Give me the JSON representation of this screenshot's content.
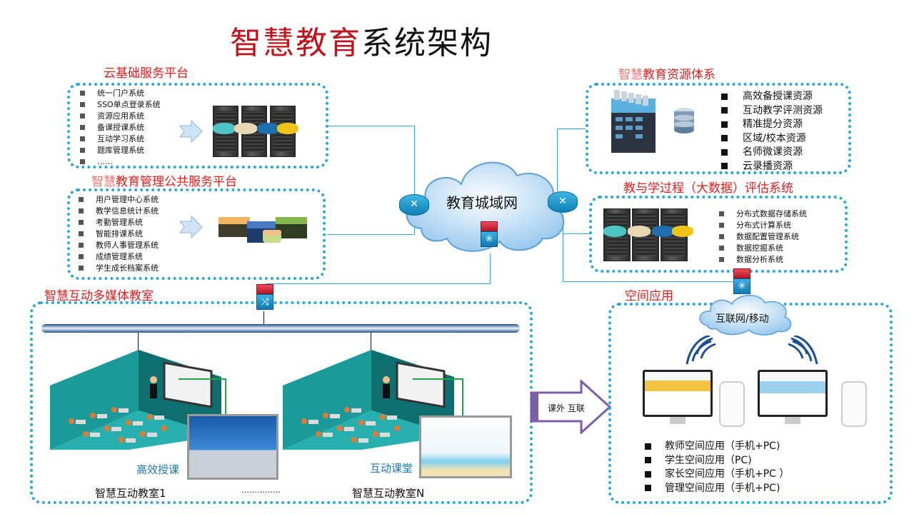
{
  "title": {
    "highlight": "智慧教育",
    "rest": "系统架构"
  },
  "cloud_service": {
    "title": "云基础服务平台",
    "items": [
      "统一门户系统",
      "SSO单点登录系统",
      "资源应用系统",
      "备课授课系统",
      "互动学习系统",
      "题库管理系统",
      "……"
    ]
  },
  "management": {
    "title_light": "智慧",
    "title_main": "教育管理公共服务平台",
    "items": [
      "用户管理中心系统",
      "教学信息统计系统",
      "考勤管理系统",
      "智能排课系统",
      "教师人事管理系统",
      "成绩管理系统",
      "学生成长档案系统"
    ]
  },
  "resources": {
    "title_light": "智慧",
    "title_main": "教育资源体系",
    "items": [
      "高效备授课资源",
      "互动教学评测资源",
      "精准提分资源",
      "区域/校本资源",
      "名师微课资源",
      "云录播资源"
    ]
  },
  "bigdata": {
    "title": "教与学过程（大数据）评估系统",
    "items": [
      "分布式数据存储系统",
      "分布式计算系统",
      "数据配置管理系统",
      "数据挖掘系统",
      "数据分析系统"
    ]
  },
  "network": {
    "label": "教育城域网"
  },
  "classroom": {
    "title": "智慧互动多媒体教室",
    "room1_caption": "高效授课",
    "room1_name": "智慧互动教室1",
    "ellipsis": "……………",
    "roomN_caption": "互动课堂",
    "roomN_name": "智慧互动教室N"
  },
  "link_arrow": {
    "label": "课外 互联"
  },
  "space": {
    "title": "空间应用",
    "cloud_label": "互联网/移动",
    "items": [
      "教师空间应用（手机+PC)",
      "学生空间应用（PC)",
      "家长空间应用（手机+PC ）",
      "管理空间应用（手机+PC)"
    ]
  },
  "colors": {
    "title_red": "#c0121b",
    "section_red": "#e0201e",
    "dotted_border": "#27a6d6",
    "line": "#3aa4d2",
    "arrow_purple": "#7b5ea7"
  }
}
